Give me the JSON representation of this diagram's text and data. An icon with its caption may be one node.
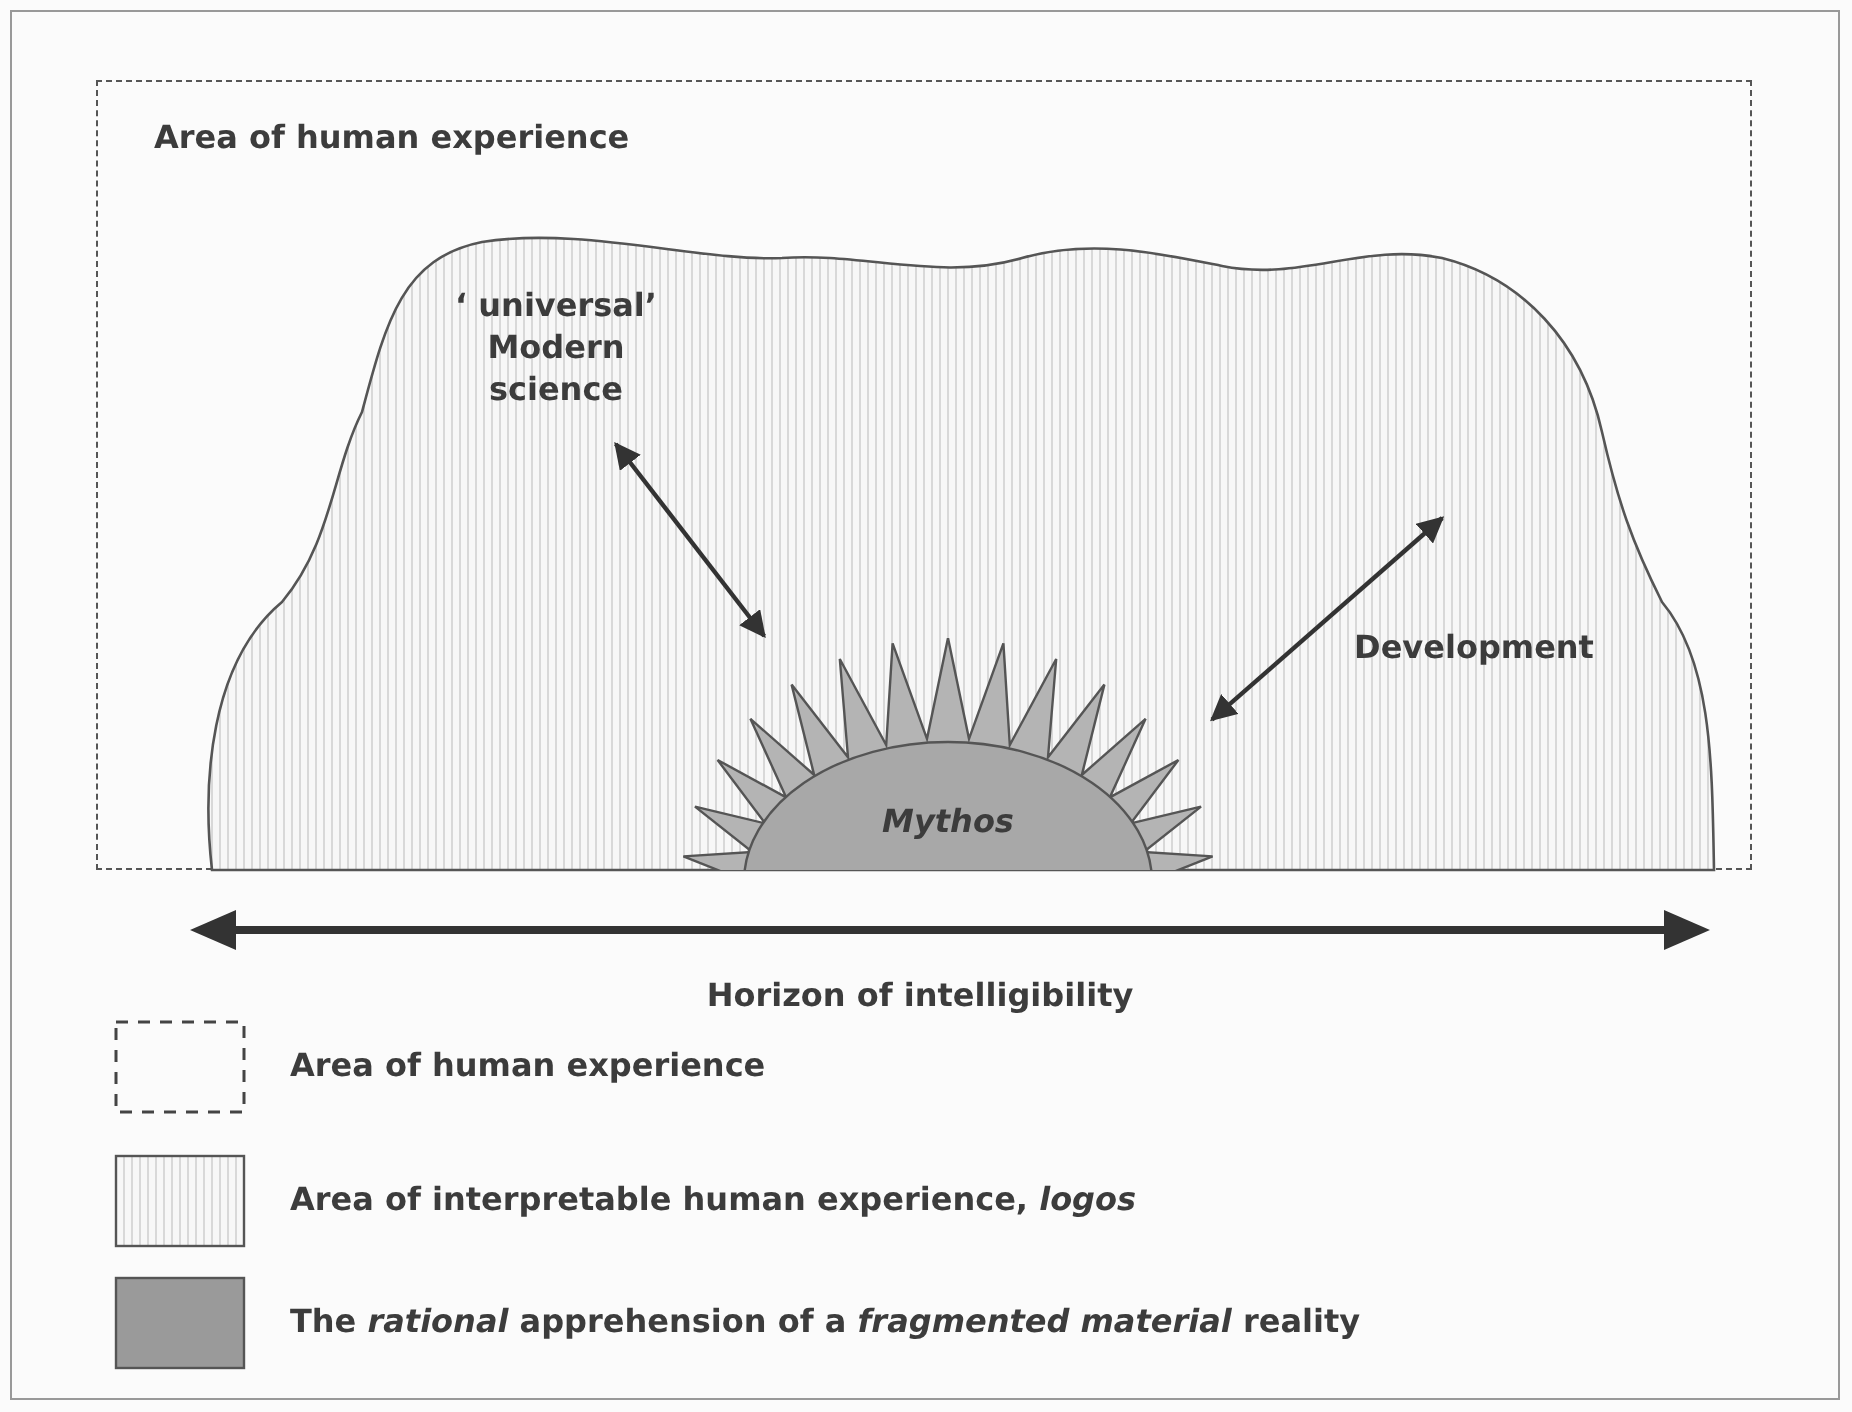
{
  "diagram": {
    "nodes": [
      {
        "text": [
          "Area of human experience"
        ]
      },
      {
        "text": [],
        "shape": "cloud",
        "in": 0
      },
      {
        "text": [
          "‘ universal’ Modern science"
        ],
        "in": 1
      },
      {
        "text": [
          "Development"
        ],
        "in": 1
      },
      {
        "text": [
          "Mythos"
        ],
        "in": 1
      }
    ],
    "edges": [
      {
        "from": 2,
        "to": 4,
        "arrow": "both"
      },
      {
        "from": 3,
        "to": 4,
        "arrow": "both"
      }
    ],
    "labels": [
      "Horizon of intelligibility"
    ],
    "legend": [
      {
        "text": "Area of human experience"
      },
      {
        "text": "Area of interpretable human experience, *logos*"
      },
      {
        "text": "The *rational* apprehension of a *fragmented material* reality",
        "color": "#9a9a9a"
      }
    ]
  }
}
